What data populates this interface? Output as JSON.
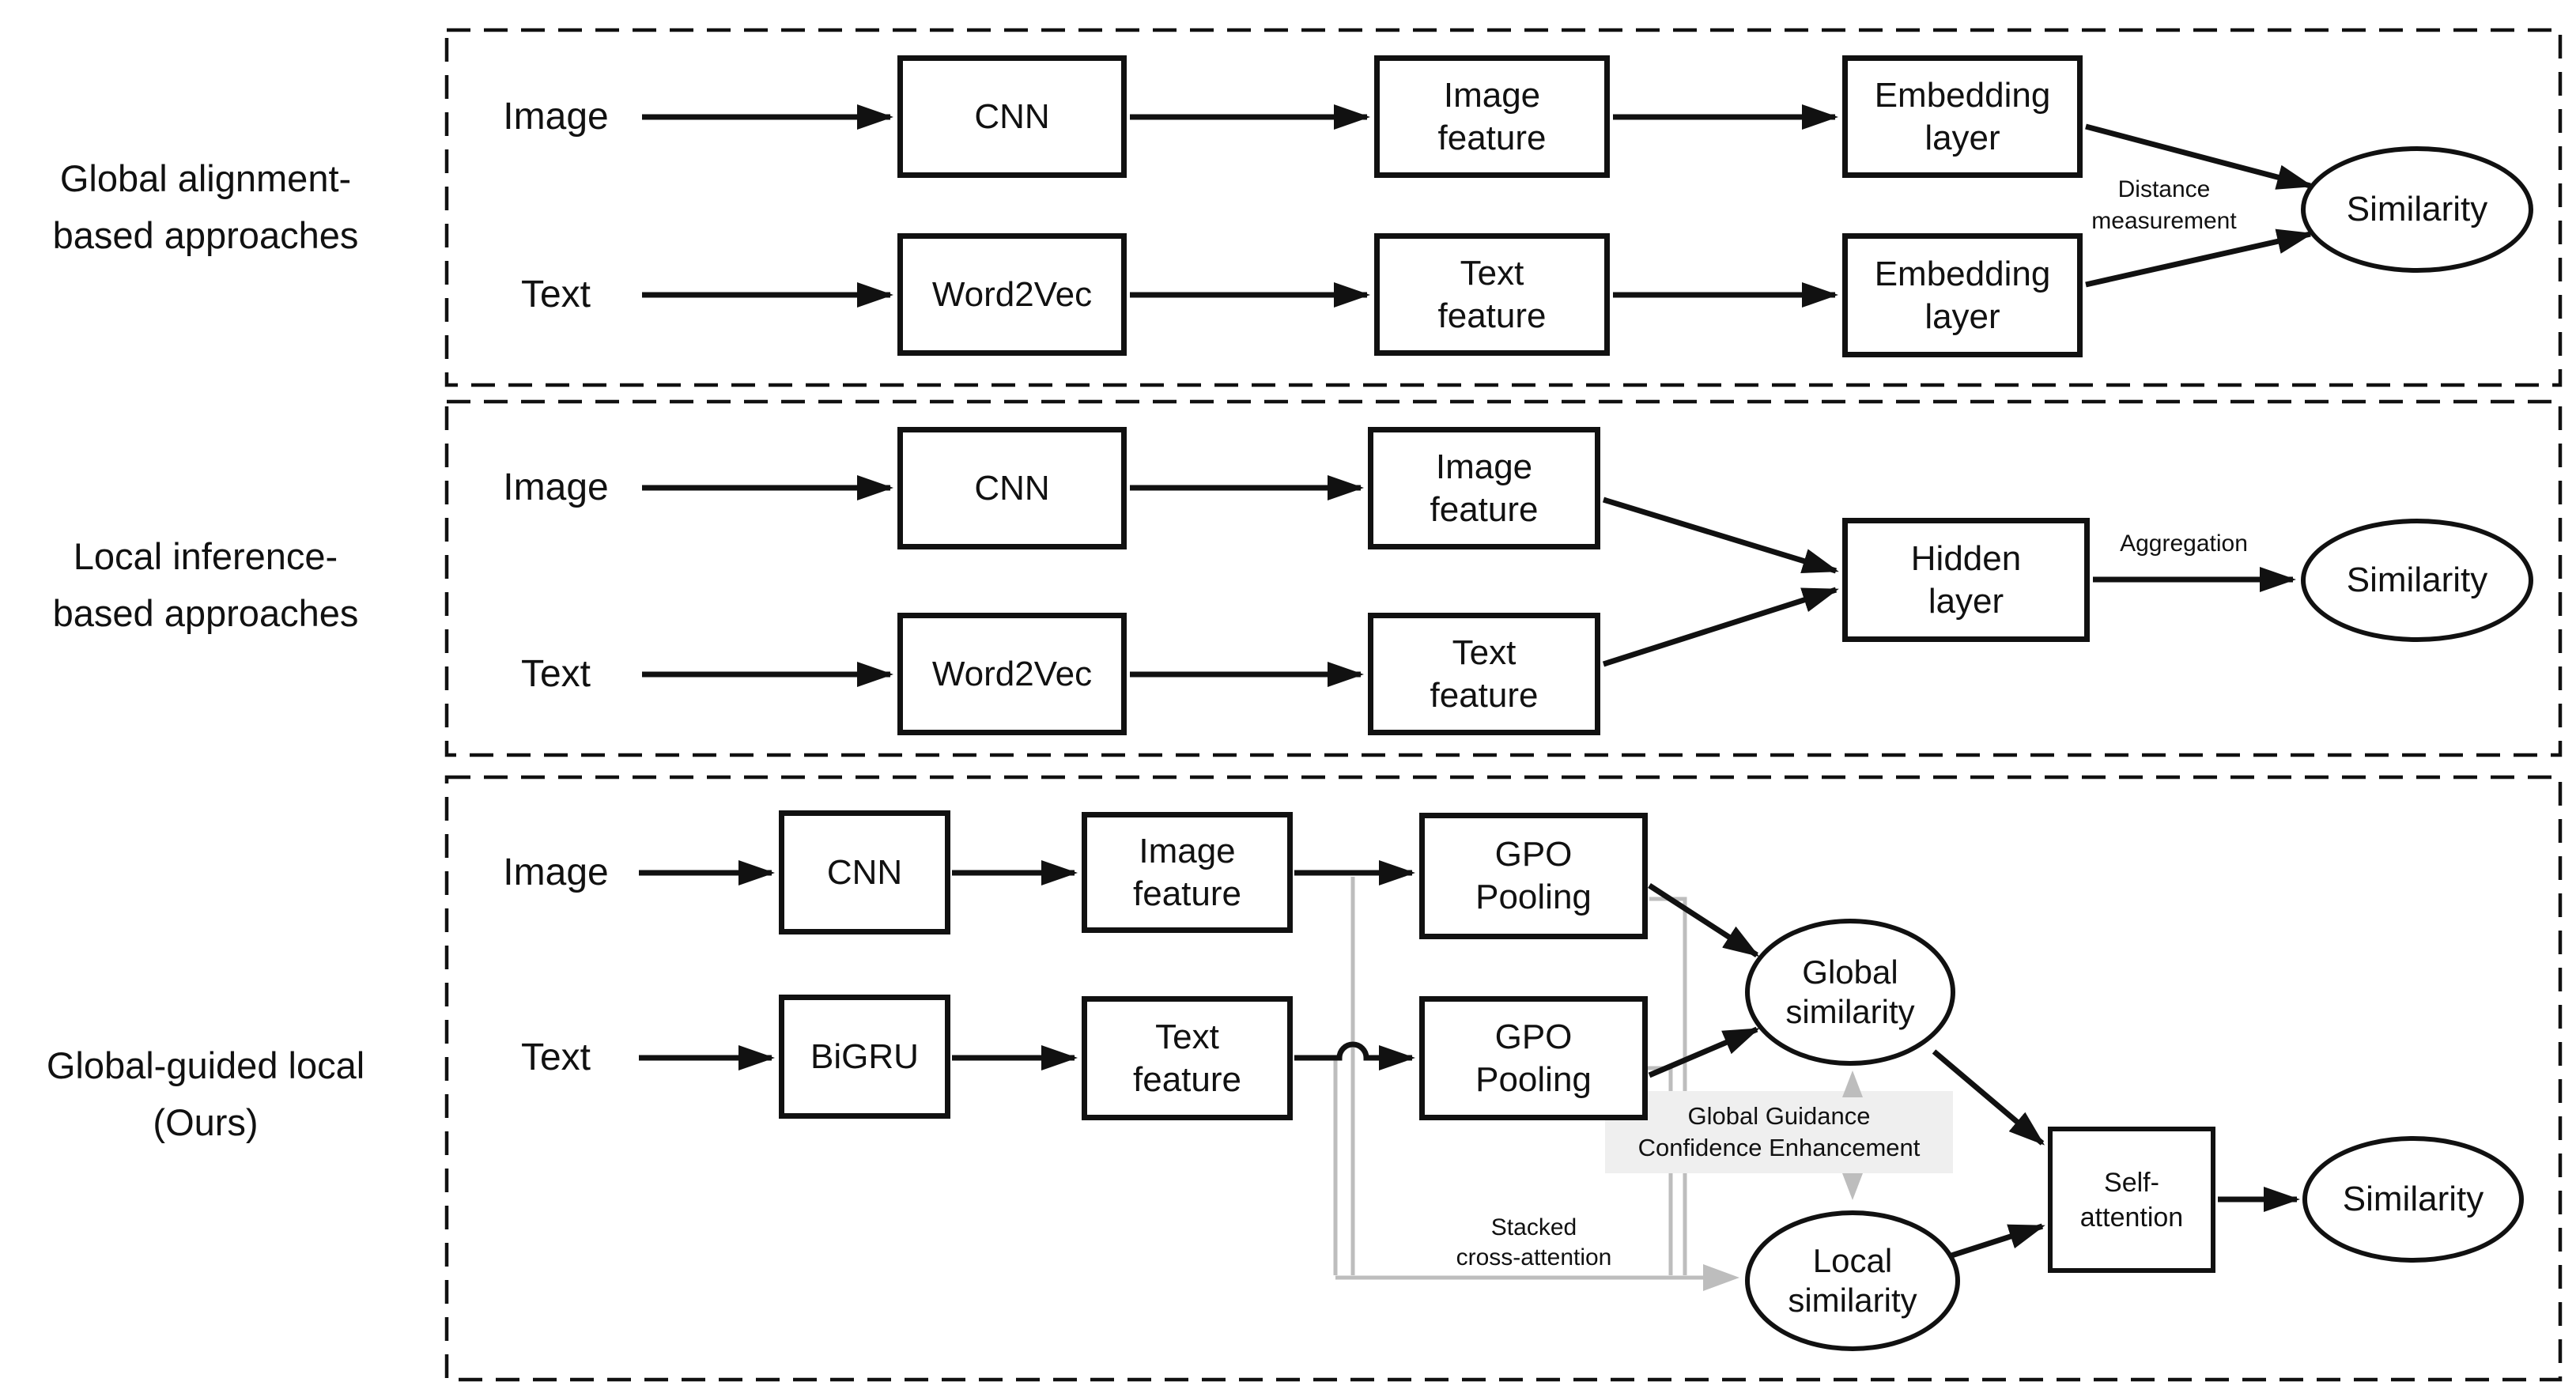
{
  "figure": {
    "background": "#ffffff",
    "ink": "#111111",
    "gray_line": "#bdbdbd",
    "ggce_fill": "#efefef"
  },
  "p1": {
    "caption": [
      "Global alignment-",
      "based approaches"
    ],
    "image_label": "Image",
    "text_label": "Text",
    "cnn": "CNN",
    "word2vec": "Word2Vec",
    "image_feature": [
      "Image",
      "feature"
    ],
    "text_feature": [
      "Text",
      "feature"
    ],
    "embedding_layer": [
      "Embedding",
      "layer"
    ],
    "distance_label": [
      "Distance",
      "measurement"
    ],
    "similarity": "Similarity"
  },
  "p2": {
    "caption": [
      "Local inference-",
      "based approaches"
    ],
    "image_label": "Image",
    "text_label": "Text",
    "cnn": "CNN",
    "word2vec": "Word2Vec",
    "image_feature": [
      "Image",
      "feature"
    ],
    "text_feature": [
      "Text",
      "feature"
    ],
    "hidden_layer": [
      "Hidden",
      "layer"
    ],
    "aggregation_label": "Aggregation",
    "similarity": "Similarity"
  },
  "p3": {
    "caption": [
      "Global-guided local",
      "(Ours)"
    ],
    "image_label": "Image",
    "text_label": "Text",
    "cnn": "CNN",
    "bigru": "BiGRU",
    "image_feature": [
      "Image",
      "feature"
    ],
    "text_feature": [
      "Text",
      "feature"
    ],
    "gpo_pooling_top": [
      "GPO",
      "Pooling"
    ],
    "gpo_pooling_bottom": [
      "GPO",
      "Pooling"
    ],
    "global_similarity": [
      "Global",
      "similarity"
    ],
    "local_similarity": [
      "Local",
      "similarity"
    ],
    "ggce_label": [
      "Global Guidance",
      "Confidence Enhancement"
    ],
    "stacked_label": [
      "Stacked",
      "cross-attention"
    ],
    "self_attention": [
      "Self-",
      "attention"
    ],
    "similarity": "Similarity"
  }
}
